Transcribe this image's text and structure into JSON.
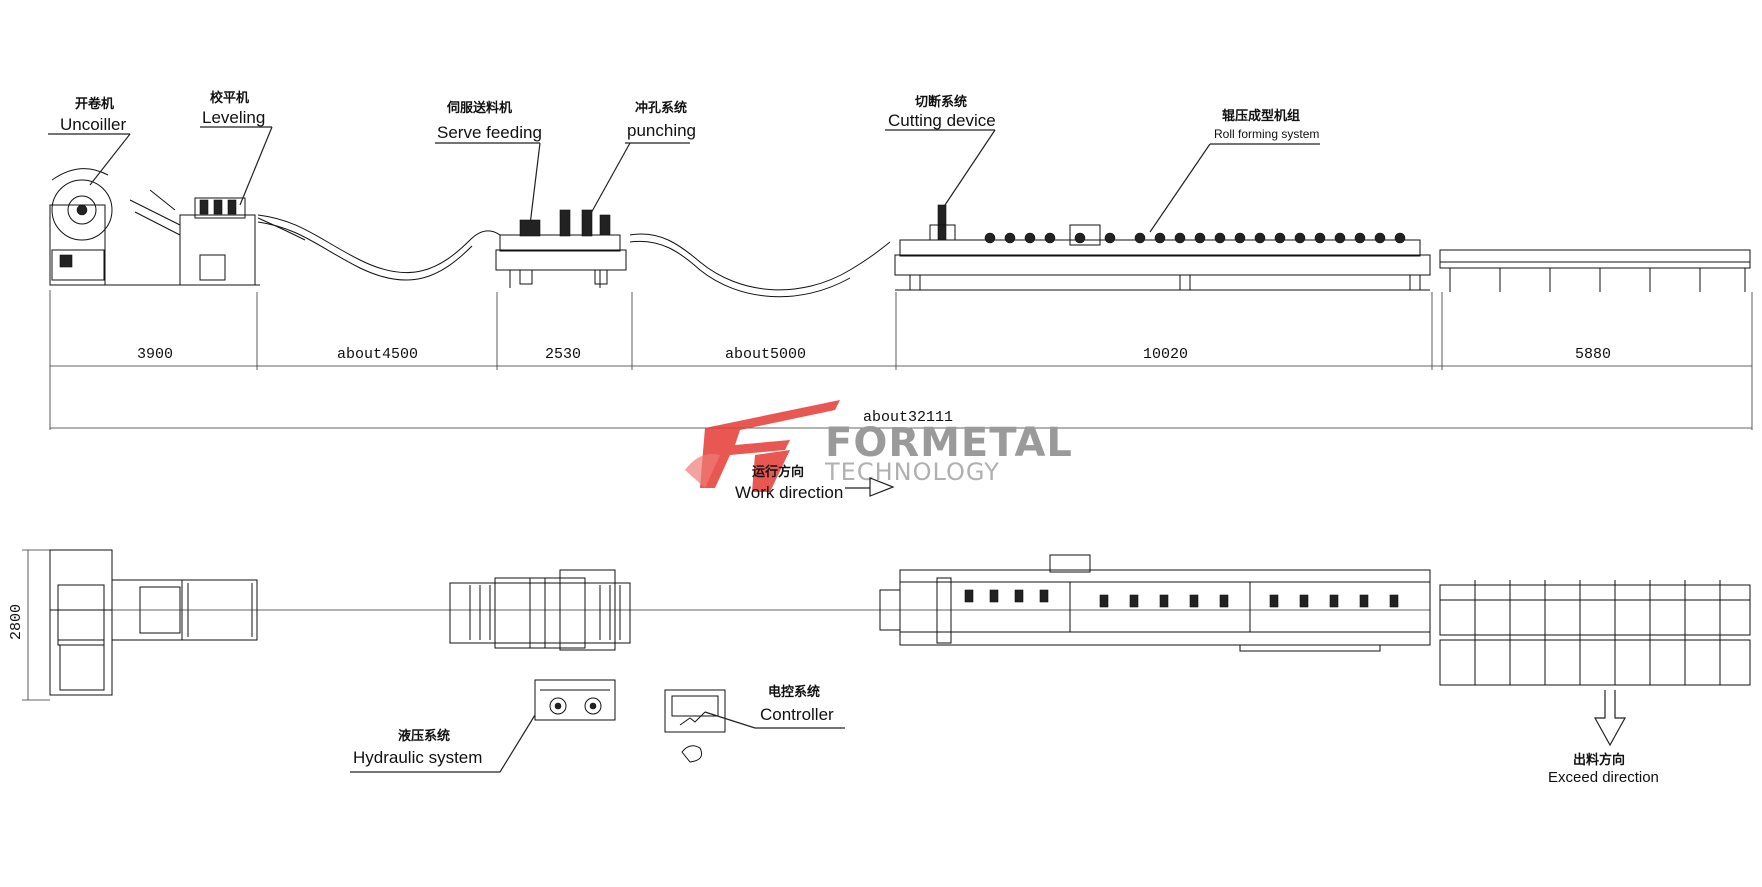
{
  "labels": {
    "uncoiler_cn": "开卷机",
    "uncoiler_en": "Uncoiller",
    "leveling_cn": "校平机",
    "leveling_en": "Leveling",
    "serve_cn": "伺服送料机",
    "serve_en": "Serve feeding",
    "punch_cn": "冲孔系统",
    "punch_en": "punching",
    "cut_cn": "切断系统",
    "cut_en": "Cutting device",
    "roll_cn": "辊压成型机组",
    "roll_en": "Roll forming system",
    "work_cn": "运行方向",
    "work_en": "Work direction",
    "hyd_cn": "液压系统",
    "hyd_en": "Hydraulic system",
    "ctrl_cn": "电控系统",
    "ctrl_en": "Controller",
    "exit_cn": "出料方向",
    "exit_en": "Exceed direction"
  },
  "dimensions": {
    "d1": "3900",
    "d2": "about4500",
    "d3": "2530",
    "d4": "about5000",
    "d5": "10020",
    "d6": "5880",
    "total": "about32111",
    "width": "2800"
  },
  "logo": {
    "brand": "FORMETAL",
    "sub": "TECHNOLOGY",
    "color_red": "#e53935"
  }
}
